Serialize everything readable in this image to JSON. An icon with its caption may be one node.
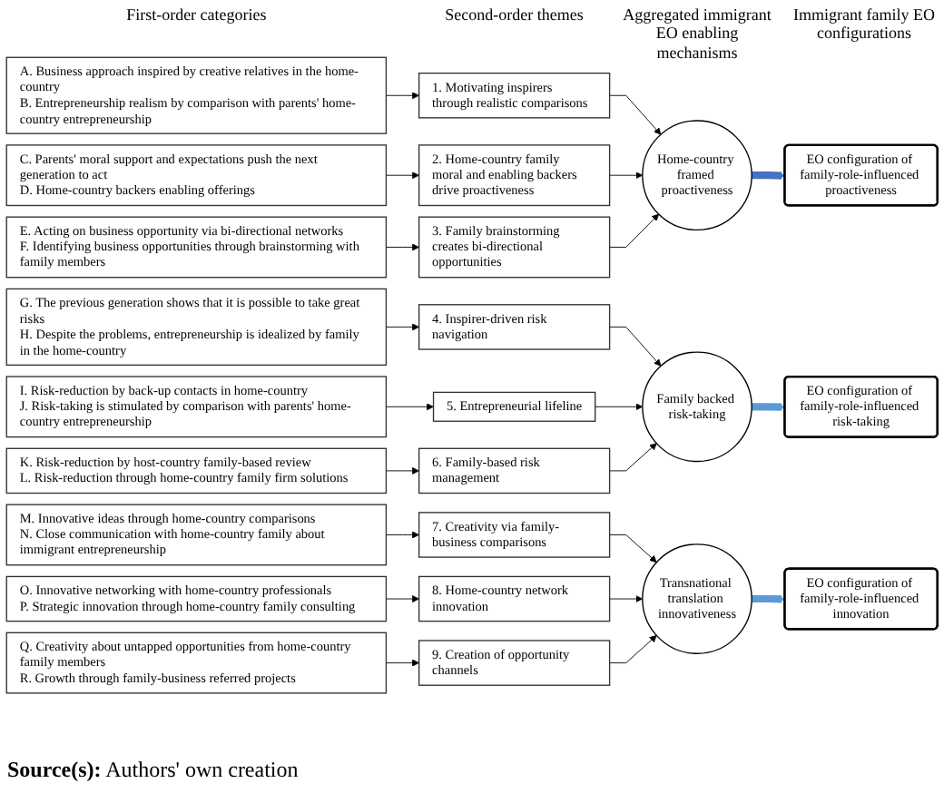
{
  "diagram": {
    "caption": "**Source(s):** Authors' own creation",
    "nodes": [
      {
        "text": [
          "A. Business approach inspired by creative relatives in the home-country",
          "B. Entrepreneurship realism by comparison with parents' home-country entrepreneurship"
        ]
      },
      {
        "text": [
          "C. Parents' moral support and expectations push the next generation to act",
          "D. Home-country backers enabling offerings"
        ]
      },
      {
        "text": [
          "E. Acting on business opportunity via bi-directional networks",
          "F. Identifying business opportunities through brainstorming with family members"
        ]
      },
      {
        "text": [
          "G. The previous generation shows that it is possible to take great risks",
          "H. Despite the problems, entrepreneurship is idealized by family in the home-country"
        ]
      },
      {
        "text": [
          "I. Risk-reduction by back-up contacts in home-country",
          "J. Risk-taking is stimulated by comparison with parents' home-country entrepreneurship"
        ]
      },
      {
        "text": [
          "K. Risk-reduction by host-country family-based review",
          "L. Risk-reduction through home-country family firm solutions"
        ]
      },
      {
        "text": [
          "M. Innovative ideas through home-country comparisons",
          "N. Close communication with home-country family about immigrant entrepreneurship"
        ]
      },
      {
        "text": [
          "O. Innovative networking with home-country professionals",
          "P. Strategic innovation through home-country family consulting"
        ]
      },
      {
        "text": [
          "Q. Creativity about untapped opportunities from home-country family members",
          "R. Growth through family-business referred projects"
        ]
      },
      {
        "text": [
          "1. Motivating inspirers through realistic comparisons"
        ]
      },
      {
        "text": [
          "2. Home-country family moral and enabling backers drive proactiveness"
        ]
      },
      {
        "text": [
          "3. Family brainstorming creates bi-directional opportunities"
        ]
      },
      {
        "text": [
          "4. Inspirer-driven risk navigation"
        ]
      },
      {
        "text": [
          "5. Entrepreneurial lifeline"
        ]
      },
      {
        "text": [
          "6. Family-based risk management"
        ]
      },
      {
        "text": [
          "7. Creativity via family-business comparisons"
        ]
      },
      {
        "text": [
          "8. Home-country network innovation"
        ]
      },
      {
        "text": [
          "9. Creation of opportunity channels"
        ]
      },
      {
        "text": [
          "Home-country framed proactiveness"
        ]
      },
      {
        "text": [
          "Family backed risk-taking"
        ]
      },
      {
        "text": [
          "Transnational translation innovativeness"
        ]
      },
      {
        "text": [
          "EO configuration of family-role-influenced proactiveness"
        ]
      },
      {
        "text": [
          "EO configuration of family-role-influenced risk-taking"
        ]
      },
      {
        "text": [
          "EO configuration of family-role-influenced innovation"
        ]
      }
    ],
    "edges": [
      {
        "from": 0,
        "to": 9,
        "arrow": "to"
      },
      {
        "from": 1,
        "to": 10,
        "arrow": "to"
      },
      {
        "from": 2,
        "to": 11,
        "arrow": "to"
      },
      {
        "from": 3,
        "to": 12,
        "arrow": "to"
      },
      {
        "from": 4,
        "to": 13,
        "arrow": "to"
      },
      {
        "from": 5,
        "to": 14,
        "arrow": "to"
      },
      {
        "from": 6,
        "to": 15,
        "arrow": "to"
      },
      {
        "from": 7,
        "to": 16,
        "arrow": "to"
      },
      {
        "from": 8,
        "to": 17,
        "arrow": "to"
      },
      {
        "from": 9,
        "to": 18,
        "arrow": "to"
      },
      {
        "from": 10,
        "to": 18,
        "arrow": "to"
      },
      {
        "from": 11,
        "to": 18,
        "arrow": "to"
      },
      {
        "from": 12,
        "to": 19,
        "arrow": "to"
      },
      {
        "from": 13,
        "to": 19,
        "arrow": "to"
      },
      {
        "from": 14,
        "to": 19,
        "arrow": "to"
      },
      {
        "from": 15,
        "to": 20,
        "arrow": "to"
      },
      {
        "from": 16,
        "to": 20,
        "arrow": "to"
      },
      {
        "from": 17,
        "to": 20,
        "arrow": "to"
      },
      {
        "from": 18,
        "to": 21,
        "arrow": "to",
        "style": "thick",
        "color": "#4472c4"
      },
      {
        "from": 19,
        "to": 22,
        "arrow": "to",
        "style": "thick",
        "color": "#5b9bd5"
      },
      {
        "from": 20,
        "to": 23,
        "arrow": "to",
        "style": "thick",
        "color": "#5b9bd5"
      }
    ],
    "labels": [
      "First-order categories",
      "Second-order themes",
      "Aggregated immigrant EO enabling mechanisms",
      "Immigrant family EO configurations"
    ]
  }
}
